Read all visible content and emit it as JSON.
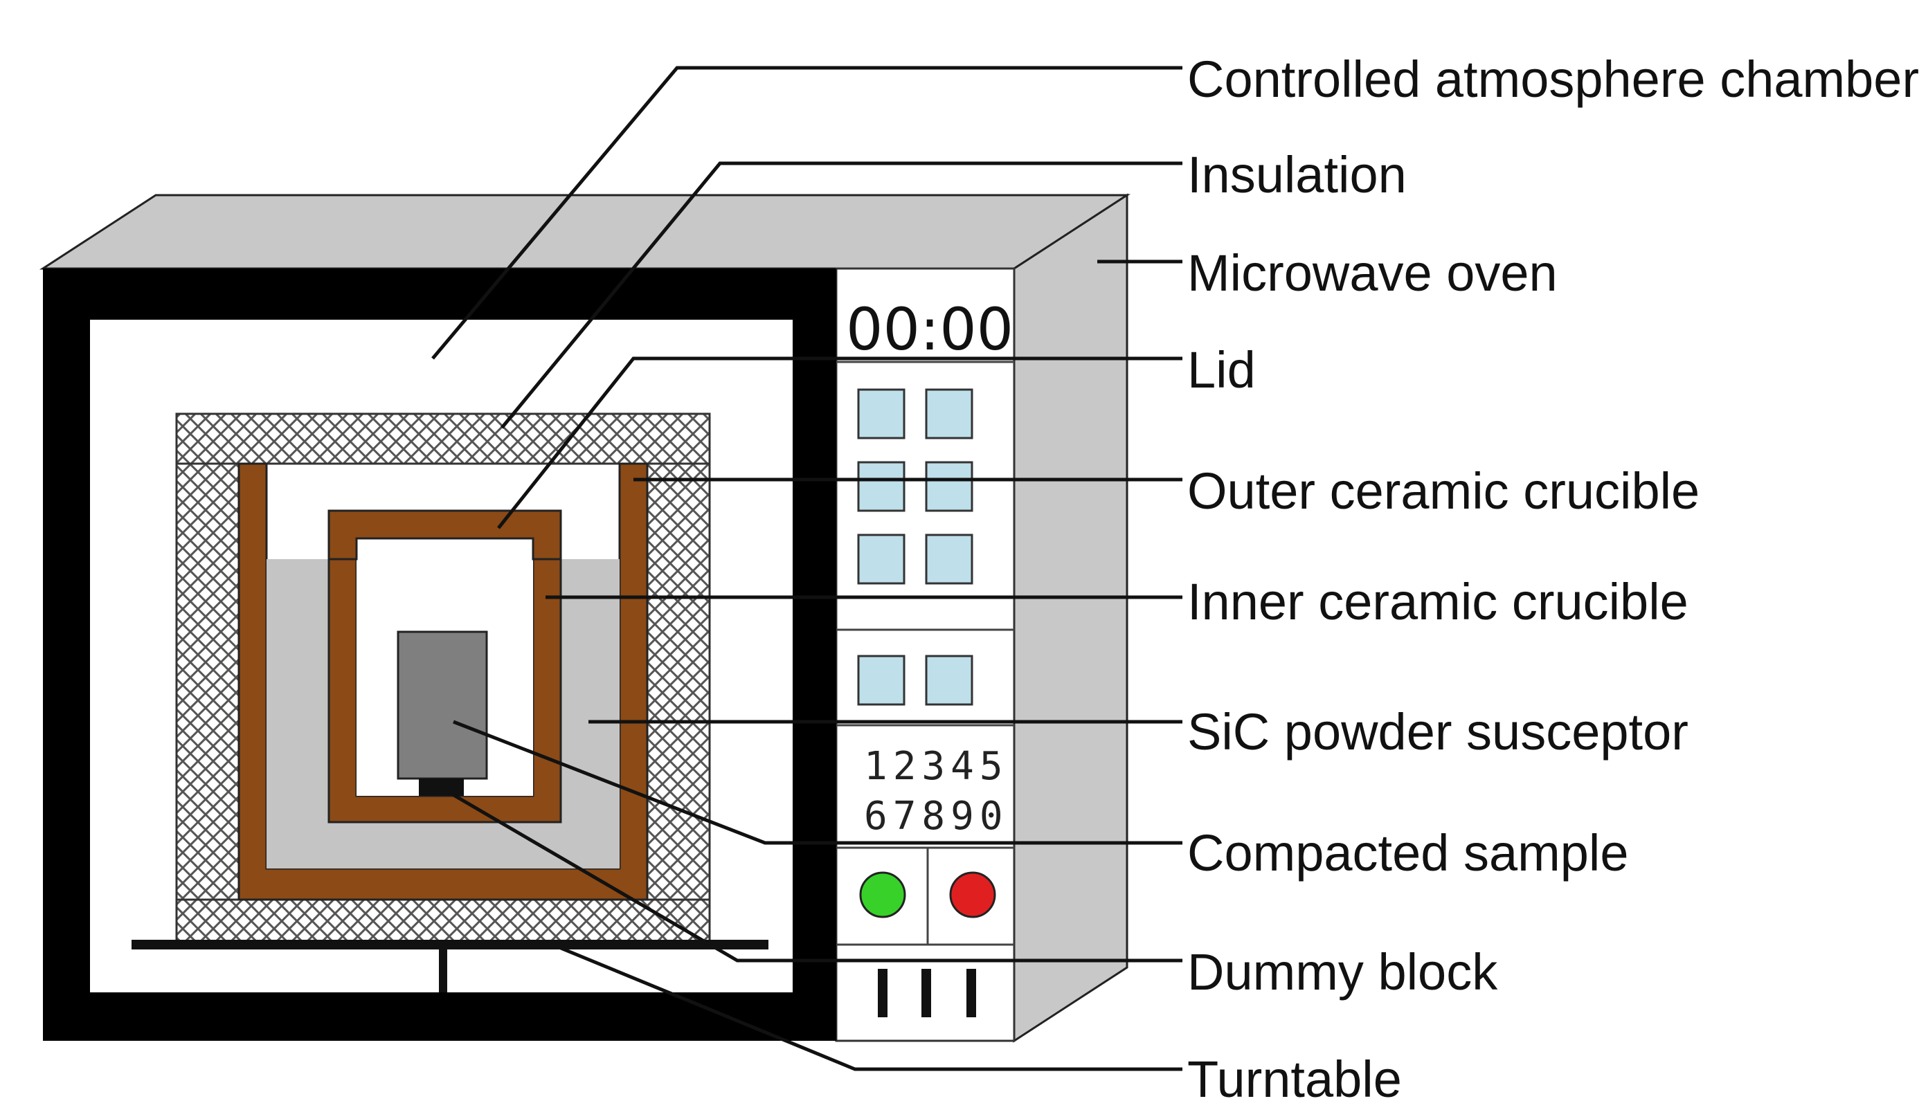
{
  "colors": {
    "oven_body": "#c8c8c8",
    "frame": "#000000",
    "crucible": "#8b4a16",
    "sic_powder": "#c4c4c4",
    "sample": "#7f7f7f",
    "button_blue": "#bfe0ea",
    "start_button": "#37d12a",
    "stop_button": "#e02020"
  },
  "panel": {
    "timer": "00:00",
    "keypad_row1": "12345",
    "keypad_row2": "67890"
  },
  "labels": {
    "controlled_atmosphere_chamber": "Controlled atmosphere chamber",
    "insulation": "Insulation",
    "microwave_oven": "Microwave oven",
    "lid": "Lid",
    "outer_ceramic_crucible": "Outer ceramic crucible",
    "inner_ceramic_crucible": "Inner ceramic crucible",
    "sic_powder_susceptor": "SiC powder susceptor",
    "compacted_sample": "Compacted sample",
    "dummy_block": "Dummy block",
    "turntable": "Turntable"
  }
}
